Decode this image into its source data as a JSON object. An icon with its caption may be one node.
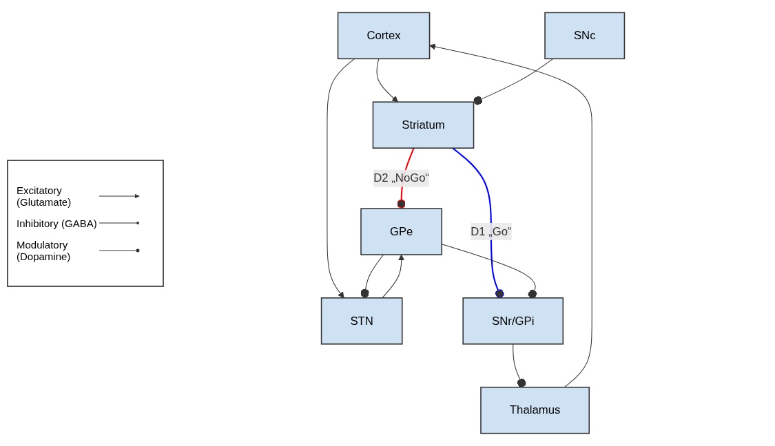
{
  "diagram": {
    "nodes": [
      {
        "text": [
          "Cortex"
        ]
      },
      {
        "text": [
          "Striatum"
        ]
      },
      {
        "text": [
          "STN"
        ]
      },
      {
        "text": [
          "GPe"
        ]
      },
      {
        "text": [
          "Thalamus"
        ]
      },
      {
        "text": [
          "SNc"
        ]
      },
      {
        "text": [
          "SNr/GPi"
        ]
      }
    ],
    "edges": [
      {
        "from": 0,
        "to": 1,
        "arrow": "to"
      },
      {
        "from": 0,
        "to": 2,
        "arrow": "to"
      },
      {
        "from": 2,
        "to": 3,
        "arrow": "to"
      },
      {
        "from": 3,
        "to": 2,
        "arrow": "other"
      },
      {
        "from": 1,
        "to": 3,
        "arrow": "other",
        "label": "D2 „NoGo“",
        "color": "#ff0000"
      },
      {
        "from": 1,
        "to": 6,
        "arrow": "other",
        "label": "D1 „Go“",
        "color": "#0000ff"
      },
      {
        "from": 3,
        "to": 6,
        "arrow": "other"
      },
      {
        "from": 6,
        "to": 4,
        "arrow": "other"
      },
      {
        "from": 4,
        "to": 0,
        "arrow": "to"
      },
      {
        "from": 5,
        "to": 1,
        "arrow": "other"
      }
    ],
    "legend": [
      {
        "text": "Excitatory (Glutamate)"
      },
      {
        "text": "Inhibitory (GABA)"
      },
      {
        "text": "Modulatory (Dopamine)"
      }
    ]
  }
}
